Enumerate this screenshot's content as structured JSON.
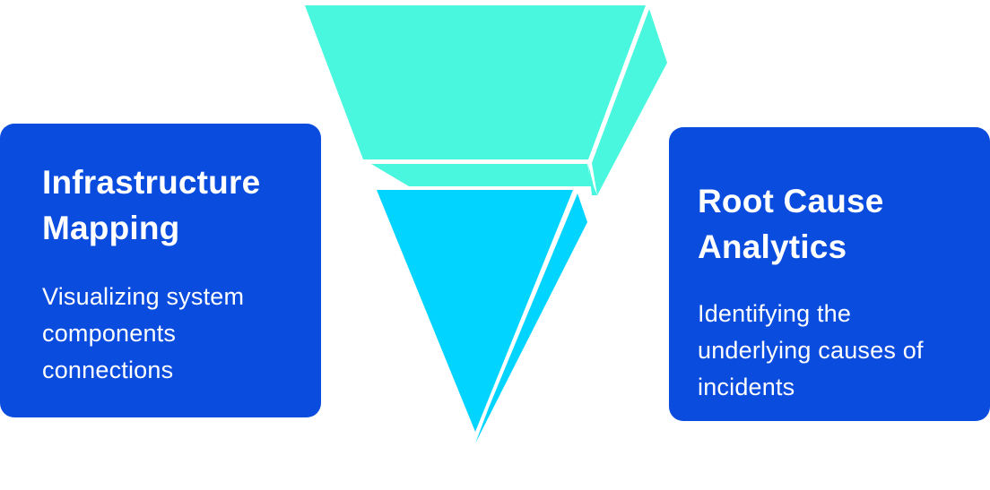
{
  "diagram": {
    "colors": {
      "top_face": "#48f7de",
      "bottom_face": "#00d4ff",
      "card_bg": "#0a4cde",
      "text": "#ffffff"
    }
  },
  "left_card": {
    "title_line1": "Infrastructure",
    "title_line2": "Mapping",
    "desc_line1": "Visualizing system",
    "desc_line2": "components",
    "desc_line3": "connections"
  },
  "right_card": {
    "title_line1": "Root Cause",
    "title_line2": "Analytics",
    "desc_line1": "Identifying the",
    "desc_line2": "underlying causes of",
    "desc_line3": "incidents"
  }
}
